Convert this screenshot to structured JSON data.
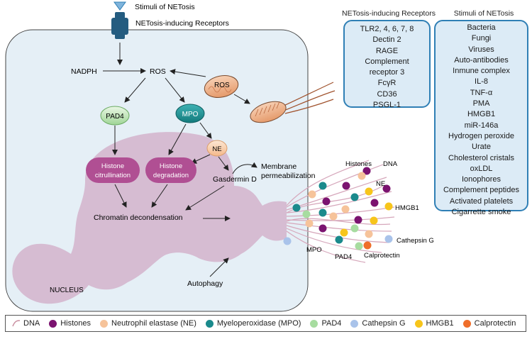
{
  "top_labels": {
    "stimuli": "Stimuli of NETosis",
    "receptors": "NETosis-inducing Receptors"
  },
  "pathway": {
    "nadph": "NADPH",
    "ros_center": "ROS",
    "ros_mito": "ROS",
    "pad4": "PAD4",
    "mpo": "MPO",
    "ne": "NE",
    "histone_citrullination": [
      "Histone",
      "citrullination"
    ],
    "histone_degradation": [
      "Histone",
      "degradation"
    ],
    "gasdermin": "Gasdermin D",
    "membrane": [
      "Membrane",
      "permeabilization"
    ],
    "chromatin": "Chromatin decondensation",
    "autophagy": "Autophagy",
    "nucleus": "NUCLEUS"
  },
  "net_labels": {
    "histones": "Histones",
    "dna": "DNA",
    "ne": "NE",
    "hmgb1": "HMGB1",
    "cathepsin": "Cathepsin G",
    "mpo": "MPO",
    "pad4": "PAD4",
    "calprotectin": "Calprotectin"
  },
  "receptors_box": {
    "title": "NETosis-inducing Receptors",
    "items": [
      "TLR2, 4, 6, 7, 8",
      "Dectin 2",
      "RAGE",
      "Complement",
      "receptor 3",
      "FcγR",
      "CD36",
      "PSGL-1"
    ]
  },
  "stimuli_box": {
    "title": "Stimuli of NETosis",
    "items": [
      "Bacteria",
      "Fungi",
      "Viruses",
      "Auto-antibodies",
      "Inmune complex",
      "IL-8",
      "TNF-α",
      "PMA",
      "HMGB1",
      "miR-146a",
      "Hydrogen peroxide",
      "Urate",
      "Cholesterol cristals",
      "oxLDL",
      "Ionophores",
      "Complement peptides",
      "Activated platelets",
      "Cigarrette smoke"
    ]
  },
  "legend": [
    {
      "label": "DNA",
      "color": "#c98fa0",
      "kind": "line"
    },
    {
      "label": "Histones",
      "color": "#7b1370",
      "kind": "dot"
    },
    {
      "label": "Neutrophil elastase (NE)",
      "color": "#f6c39a",
      "kind": "dot"
    },
    {
      "label": "Myeloperoxidase (MPO)",
      "color": "#1a8a8c",
      "kind": "dot"
    },
    {
      "label": "PAD4",
      "color": "#a7dca0",
      "kind": "dot"
    },
    {
      "label": "Cathepsin G",
      "color": "#a9c3ea",
      "kind": "dot"
    },
    {
      "label": "HMGB1",
      "color": "#f7c51b",
      "kind": "dot"
    },
    {
      "label": "Calprotectin",
      "color": "#ef6e2a",
      "kind": "dot"
    }
  ],
  "colors": {
    "cell_fill": "#e5eff6",
    "box_fill": "#dcebf6",
    "box_border": "#2f7fb5",
    "nucleus": "#d6bcd2",
    "histone_pill": "#b04f93",
    "receptor": "#245c80",
    "mito": "#f2b891"
  }
}
